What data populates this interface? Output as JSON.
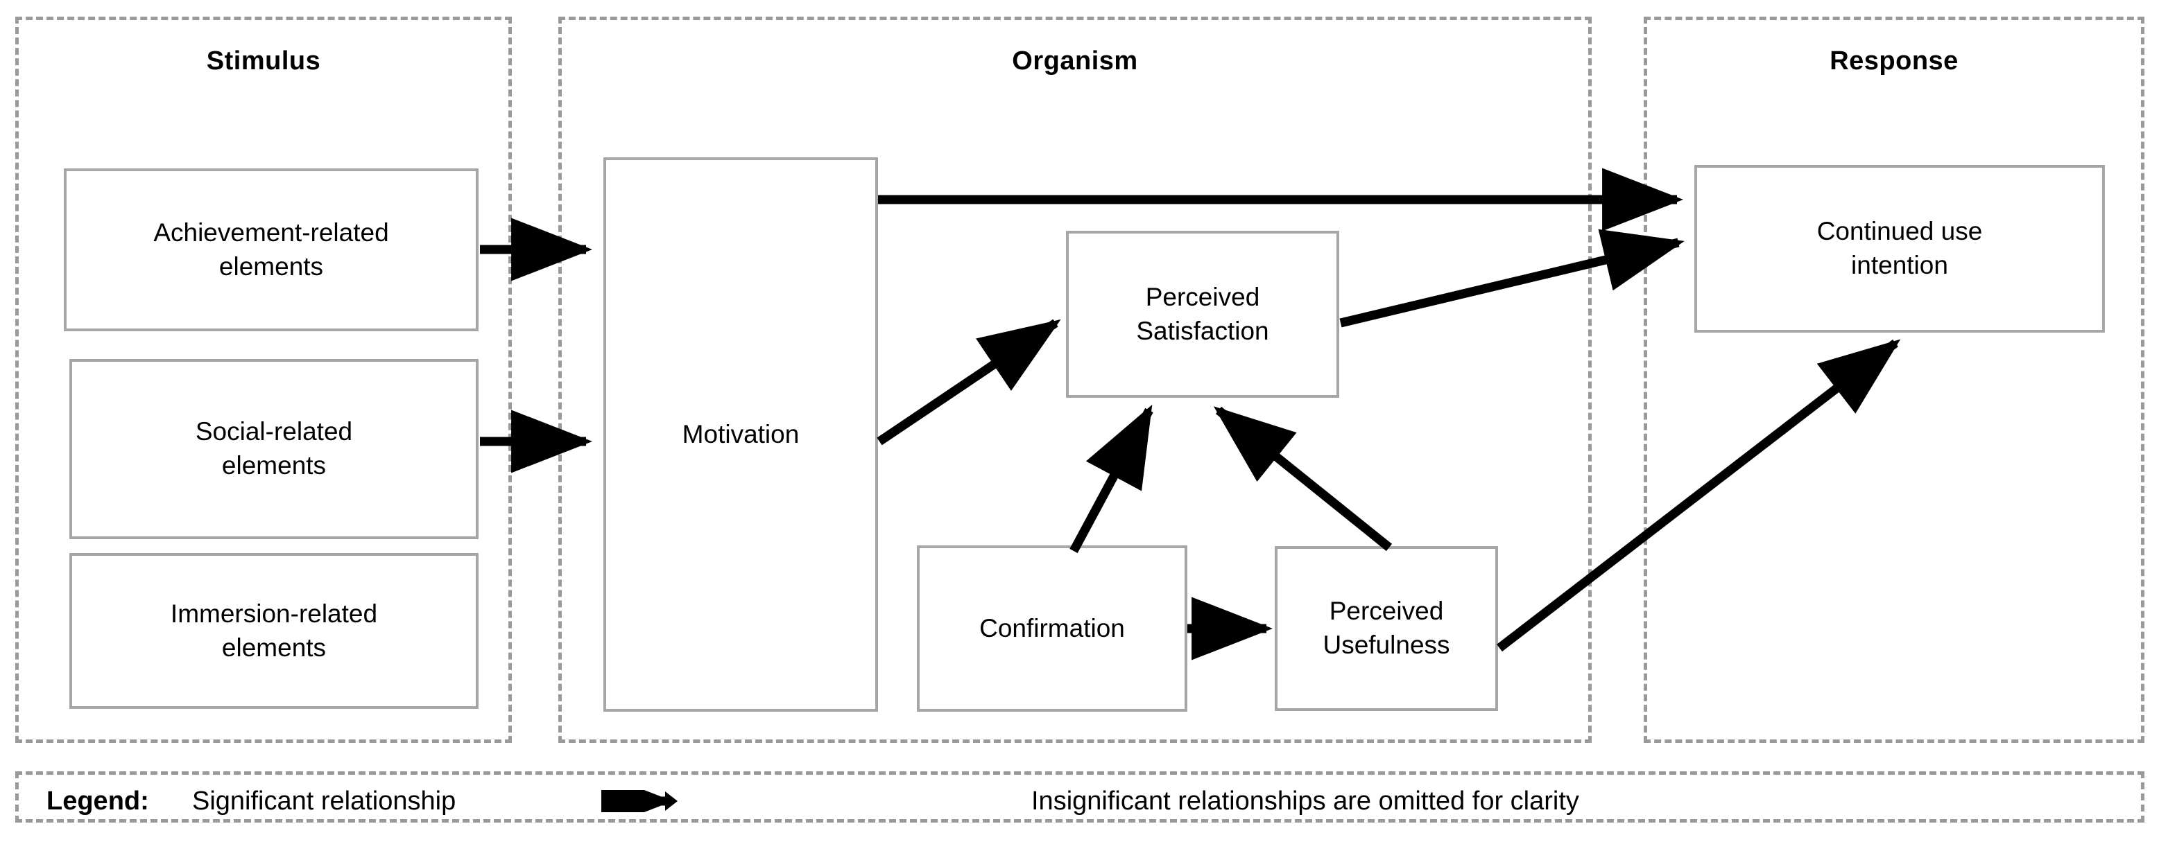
{
  "panels": [
    {
      "id": "stimulus",
      "title": "Stimulus"
    },
    {
      "id": "organism",
      "title": "Organism"
    },
    {
      "id": "response",
      "title": "Response"
    }
  ],
  "nodes": {
    "achievement": {
      "line1": "Achievement-related",
      "line2": "elements"
    },
    "social": {
      "line1": "Social-related",
      "line2": "elements"
    },
    "immersion": {
      "line1": "Immersion-related",
      "line2": "elements"
    },
    "motivation": {
      "line1": "Motivation",
      "line2": ""
    },
    "perceived_satisfaction": {
      "line1": "Perceived",
      "line2": "Satisfaction"
    },
    "confirmation": {
      "line1": "Confirmation",
      "line2": ""
    },
    "perceived_usefulness": {
      "line1": "Perceived",
      "line2": "Usefulness"
    },
    "continued_use": {
      "line1": "Continued use",
      "line2": "intention"
    }
  },
  "legend": {
    "label": "Legend:",
    "significant_text": "Significant relationship",
    "note": "Insignificant relationships are omitted for clarity"
  },
  "colors": {
    "panel_border": "#9a9a9a",
    "node_border": "#a6a6a6",
    "arrow": "#000000",
    "text": "#000000",
    "background": "#ffffff"
  },
  "relationships": [
    {
      "from": "achievement",
      "to": "motivation",
      "significant": true
    },
    {
      "from": "social",
      "to": "motivation",
      "significant": true
    },
    {
      "from": "motivation",
      "to": "continued_use",
      "significant": true
    },
    {
      "from": "motivation",
      "to": "perceived_satisfaction",
      "significant": true
    },
    {
      "from": "perceived_satisfaction",
      "to": "continued_use",
      "significant": true
    },
    {
      "from": "confirmation",
      "to": "perceived_satisfaction",
      "significant": true
    },
    {
      "from": "confirmation",
      "to": "perceived_usefulness",
      "significant": true
    },
    {
      "from": "perceived_usefulness",
      "to": "perceived_satisfaction",
      "significant": true
    },
    {
      "from": "perceived_usefulness",
      "to": "continued_use",
      "significant": true
    }
  ]
}
